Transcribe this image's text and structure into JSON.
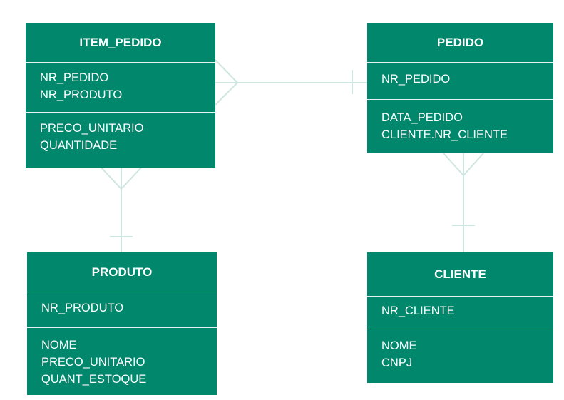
{
  "entities": {
    "item_pedido": {
      "title": "ITEM_PEDIDO",
      "keys": [
        "NR_PEDIDO",
        "NR_PRODUTO"
      ],
      "attributes": [
        "PRECO_UNITARIO",
        "QUANTIDADE"
      ]
    },
    "pedido": {
      "title": "PEDIDO",
      "keys": [
        "NR_PEDIDO"
      ],
      "attributes": [
        "DATA_PEDIDO",
        "CLIENTE.NR_CLIENTE"
      ]
    },
    "produto": {
      "title": "PRODUTO",
      "keys": [
        "NR_PRODUTO"
      ],
      "attributes": [
        "NOME",
        "PRECO_UNITARIO",
        "QUANT_ESTOQUE"
      ]
    },
    "cliente": {
      "title": "CLIENTE",
      "keys": [
        "NR_CLIENTE"
      ],
      "attributes": [
        "NOME",
        "CNPJ"
      ]
    }
  },
  "relationships": [
    {
      "from": "item_pedido",
      "to": "pedido",
      "from_cardinality": "many",
      "to_cardinality": "one"
    },
    {
      "from": "item_pedido",
      "to": "produto",
      "from_cardinality": "many",
      "to_cardinality": "one"
    },
    {
      "from": "pedido",
      "to": "cliente",
      "from_cardinality": "many",
      "to_cardinality": "one"
    }
  ],
  "colors": {
    "entity_fill": "#00876c",
    "entity_text": "#ffffff",
    "connector": "#cfe6e0"
  }
}
